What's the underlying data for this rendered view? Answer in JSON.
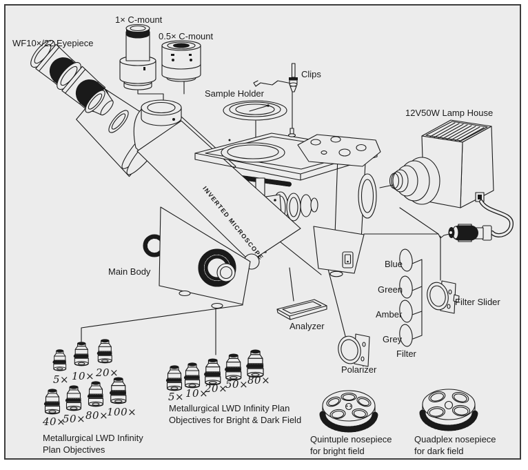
{
  "diagram": {
    "labels": {
      "eyepiece": "WF10×/22 Eyepiece",
      "cmount_1x": "1× C-mount",
      "cmount_05x": "0.5× C-mount",
      "sample_holder": "Sample Holder",
      "clips": "Clips",
      "lamp_house": "12V50W Lamp House",
      "main_body": "Main Body",
      "body_engraving": "INVERTED MICROSCOPE",
      "analyzer": "Analyzer",
      "polarizer": "Polarizer",
      "filter_slider": "Filter Slider",
      "filter_caption": "Filter"
    },
    "filters": [
      "Blue",
      "Green",
      "Amber",
      "Grey"
    ],
    "objective_sets": [
      {
        "row1": [
          "5×",
          "10×",
          "20×"
        ],
        "row2": [
          "40×",
          "50×",
          "80×",
          "100×"
        ],
        "caption_line1": "Metallurgical LWD Infinity",
        "caption_line2": "Plan Objectives"
      },
      {
        "row1": [
          "5×",
          "10×",
          "20×",
          "50×",
          "80×"
        ],
        "caption_line1": "Metallurgical LWD Infinity Plan",
        "caption_line2": "Objectives for Bright & Dark Field"
      }
    ],
    "nosepieces": [
      {
        "name_line1": "Quintuple nosepiece",
        "name_line2": "for bright field"
      },
      {
        "name_line1": "Quadplex nosepiece",
        "name_line2": "for dark field"
      }
    ],
    "colors": {
      "background": "#ececec",
      "line": "#1a1a1a",
      "frame_border": "#3c3c3c"
    }
  }
}
